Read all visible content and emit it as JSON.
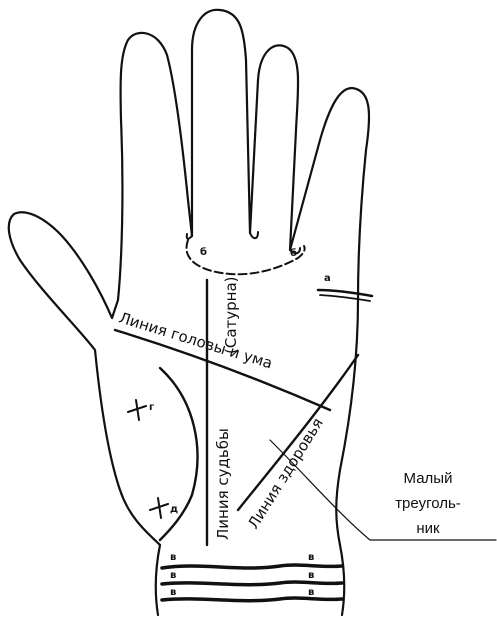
{
  "labels": {
    "saturn": "(Сатурна)",
    "head_line": "Линия головы и ума",
    "fate_line": "Линия судьбы",
    "health_line": "Линия здоровья",
    "small_triangle_line1": "Малый",
    "small_triangle_line2": "треуголь-",
    "small_triangle_line3": "ник"
  },
  "marks": {
    "a": "а",
    "b": "б",
    "v": "в",
    "g": "г",
    "d": "д"
  },
  "colors": {
    "ink": "#111111",
    "background": "#ffffff"
  }
}
